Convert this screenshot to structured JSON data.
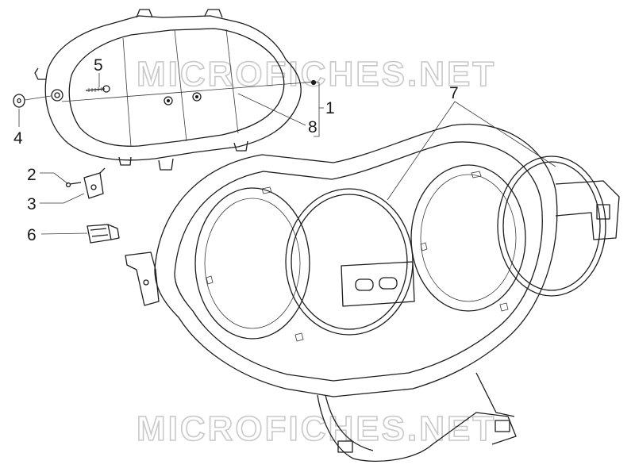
{
  "watermark": {
    "top": "MICROFICHES.NET",
    "bottom": "MICROFICHES.NET"
  },
  "callouts": {
    "c1": "1",
    "c2": "2",
    "c3": "3",
    "c4": "4",
    "c5": "5",
    "c6": "6",
    "c7": "7",
    "c8": "8"
  },
  "colors": {
    "line": "#1d1d1d",
    "watermark": "#c9c9c9",
    "background": "#ffffff"
  }
}
